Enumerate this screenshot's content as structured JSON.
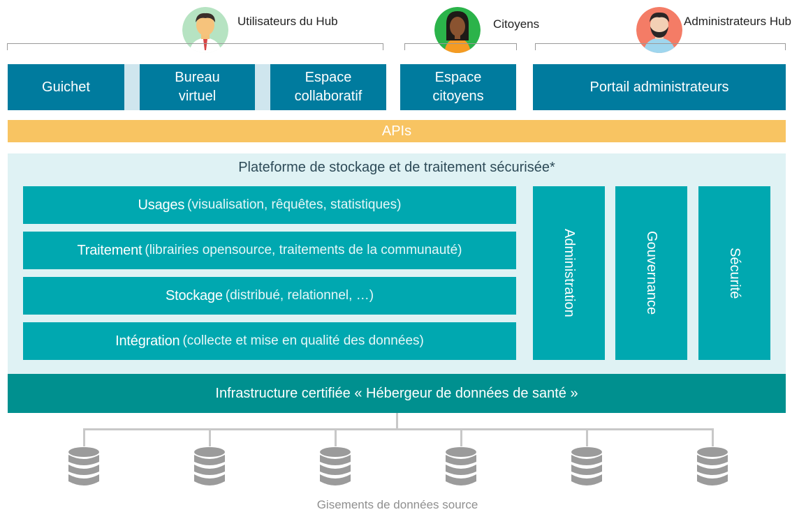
{
  "user_groups": {
    "hub_users": "Utilisateurs du Hub",
    "citizens": "Citoyens",
    "admins": "Administrateurs Hub"
  },
  "portals": {
    "guichet": "Guichet",
    "bureau": "Bureau\nvirtuel",
    "espace_collab": "Espace\ncollaboratif",
    "espace_citoyens": "Espace\ncitoyens",
    "portail_admin": "Portail administrateurs"
  },
  "apis": "APIs",
  "platform": {
    "title": "Plateforme de stockage et de traitement sécurisée*",
    "layers": [
      {
        "name": "Usages",
        "desc": "(visualisation, rêquêtes,  statistiques)"
      },
      {
        "name": "Traitement",
        "desc": "(librairies opensource, traitements de la communauté)"
      },
      {
        "name": "Stockage",
        "desc": "(distribué, relationnel, …)"
      },
      {
        "name": "Intégration",
        "desc": "(collecte et mise en qualité des données)"
      }
    ],
    "columns": [
      "Administration",
      "Gouvernance",
      "Sécurité"
    ]
  },
  "infrastructure": "Infrastructure certifiée « Hébergeur de données de santé »",
  "footer": "Gisements de données source",
  "colors": {
    "portal_blue": "#007b9e",
    "apis_yellow": "#f8c462",
    "platform_bg": "#dff2f4",
    "layer_teal": "#00a8b0",
    "infra_teal": "#00908f"
  },
  "icons": [
    "user-avatar-icon",
    "citizen-avatar-icon",
    "admin-avatar-icon",
    "database-icon"
  ]
}
